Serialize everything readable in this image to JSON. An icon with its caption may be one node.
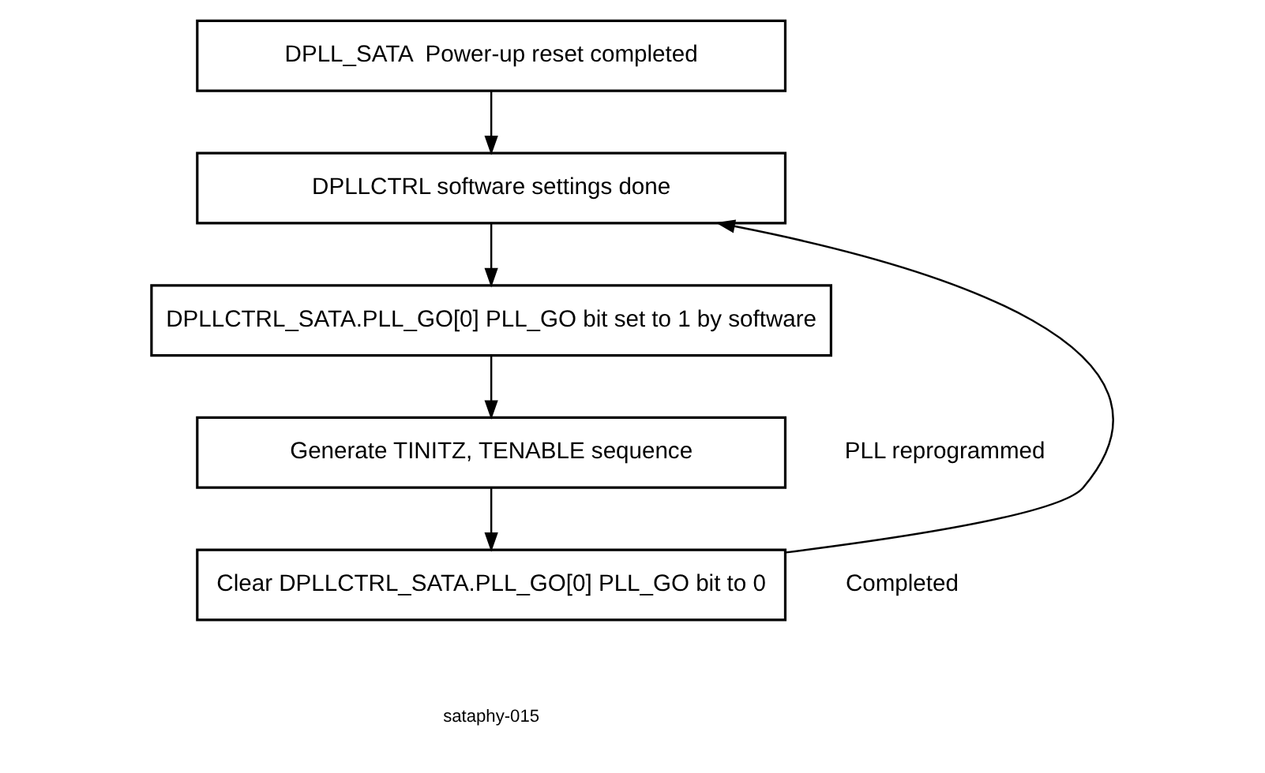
{
  "diagram": {
    "nodes": [
      {
        "text": [
          "DPLL_SATA  Power-up reset completed"
        ]
      },
      {
        "text": [
          "DPLLCTRL software settings done"
        ]
      },
      {
        "text": [
          "DPLLCTRL_SATA.PLL_GO[0] PLL_GO bit set to 1 by software"
        ]
      },
      {
        "text": [
          "Generate TINITZ, TENABLE sequence"
        ],
        "beside": [
          "PLL reprogrammed"
        ]
      },
      {
        "text": [
          "Clear DPLLCTRL_SATA.PLL_GO[0] PLL_GO bit to 0"
        ],
        "beside": [
          "Completed"
        ]
      }
    ],
    "edges": [
      {
        "from": 0,
        "to": 1,
        "arrow": "to"
      },
      {
        "from": 1,
        "to": 2,
        "arrow": "to"
      },
      {
        "from": 2,
        "to": 3,
        "arrow": "to"
      },
      {
        "from": 3,
        "to": 4,
        "arrow": "to"
      },
      {
        "from": 4,
        "to": 1,
        "arrow": "to"
      }
    ],
    "labels": [
      "sataphy-015"
    ]
  }
}
